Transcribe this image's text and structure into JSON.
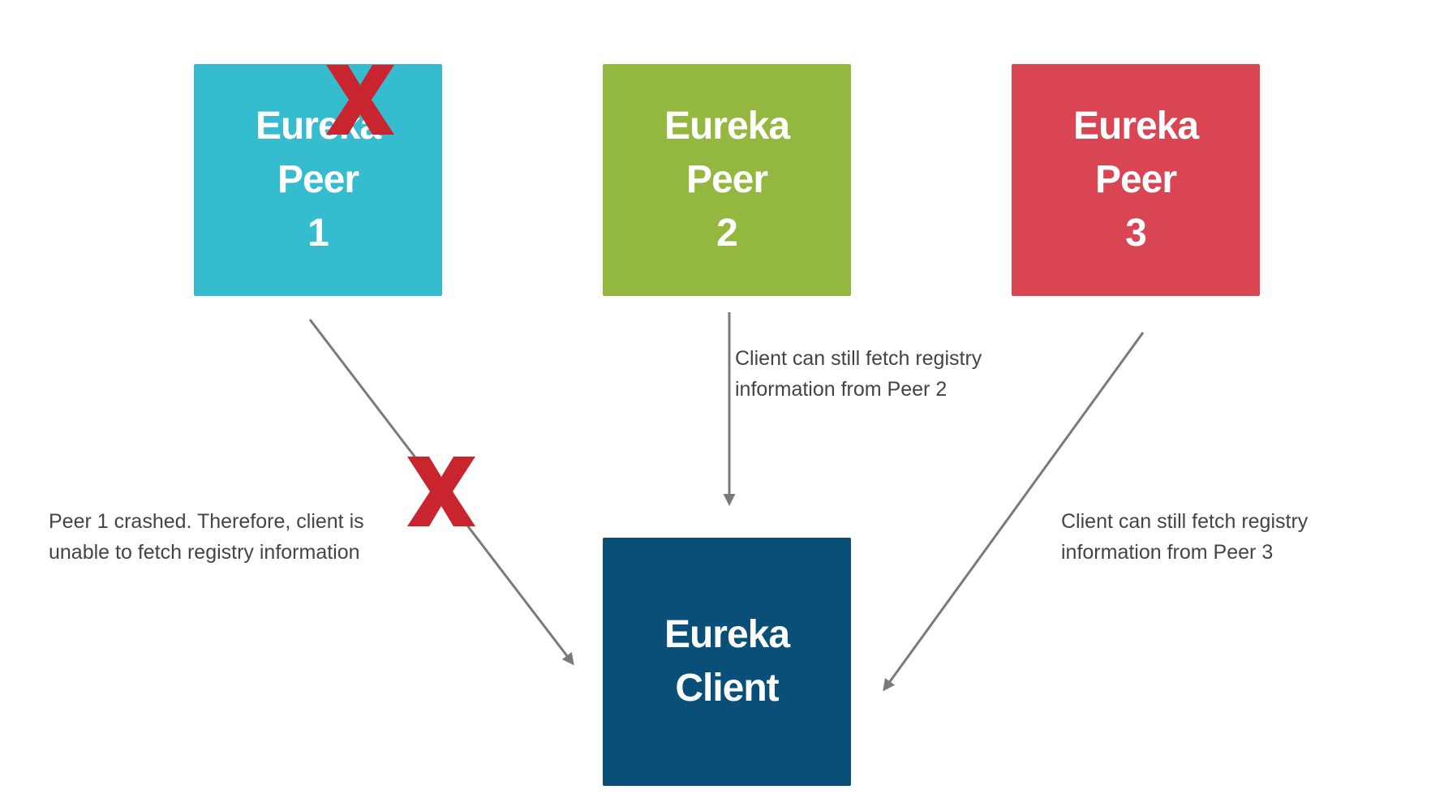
{
  "nodes": {
    "peer1": {
      "label": "Eureka Peer\n1",
      "color": "#35BDCF",
      "status": "crashed"
    },
    "peer2": {
      "label": "Eureka Peer\n2",
      "color": "#93B73F"
    },
    "peer3": {
      "label": "Eureka Peer\n3",
      "color": "#D94552"
    },
    "client": {
      "label": "Eureka\nClient",
      "color": "#094F78"
    }
  },
  "notes": {
    "peer1": "Peer 1 crashed. Therefore, client is\nunable to fetch registry information",
    "peer2": "Client can still fetch registry\ninformation from Peer 2",
    "peer3": "Client can still fetch registry\ninformation from Peer 3"
  },
  "edges": [
    {
      "from": "peer1",
      "to": "client",
      "blocked": true
    },
    {
      "from": "peer2",
      "to": "client",
      "blocked": false
    },
    {
      "from": "peer3",
      "to": "client",
      "blocked": false
    }
  ],
  "colors": {
    "arrow": "#7A7A7A",
    "cross": "#C8252F",
    "note_text": "#444444"
  },
  "icons": {
    "crash_marker": "x-cross-icon"
  }
}
